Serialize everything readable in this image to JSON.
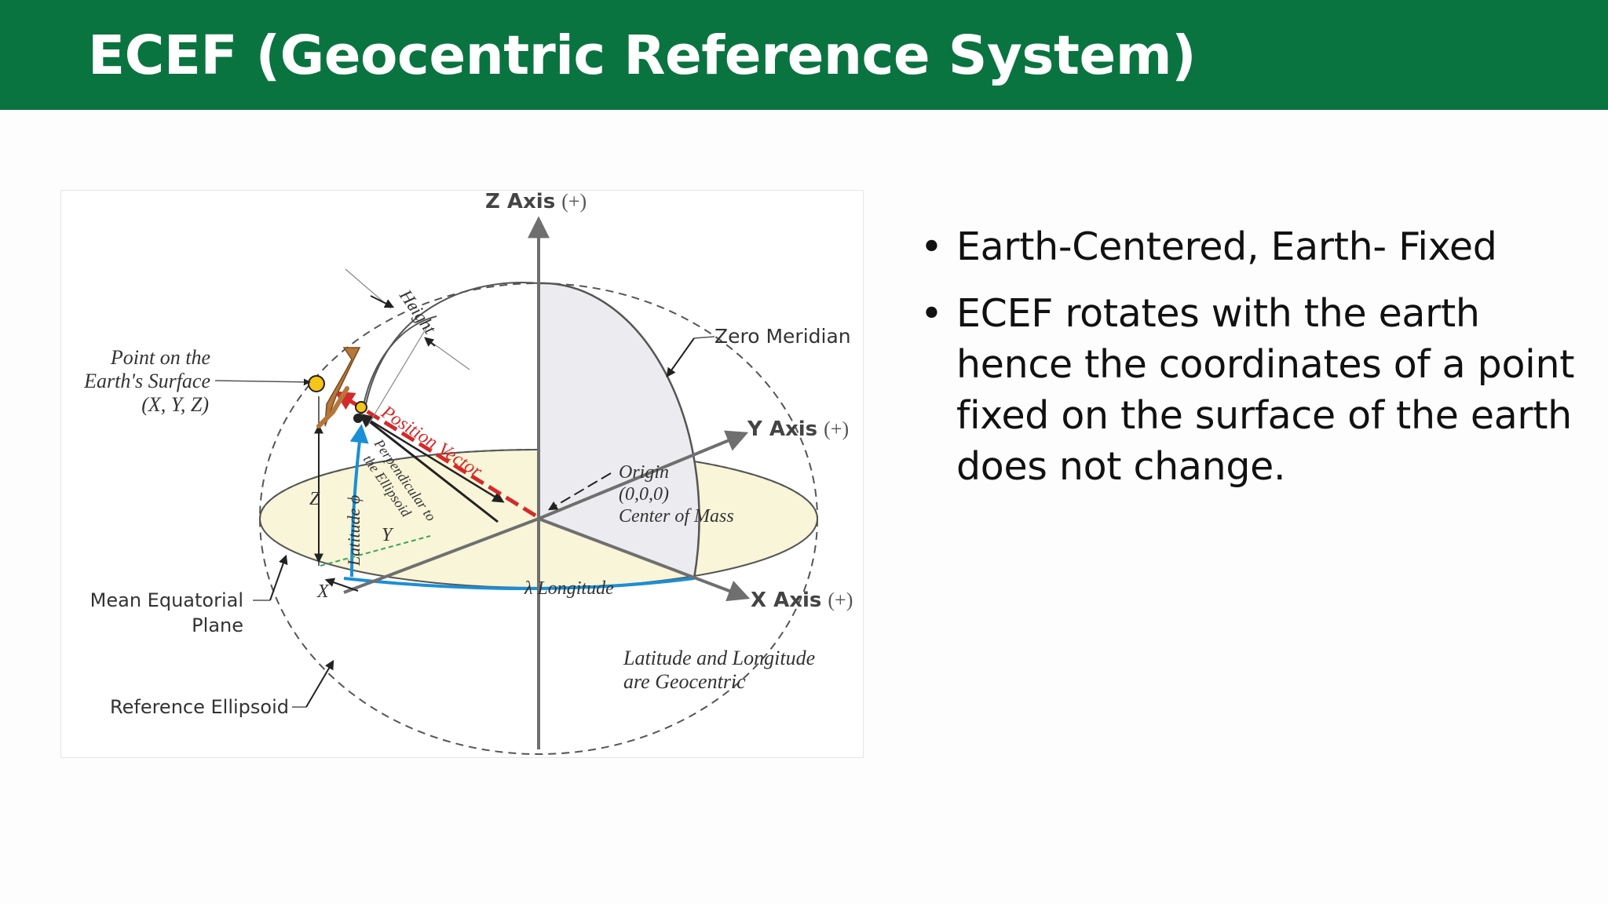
{
  "slide": {
    "title": "ECEF (Geocentric Reference System)"
  },
  "bullets": [
    {
      "text": "Earth-Centered, Earth- Fixed"
    },
    {
      "text": "ECEF rotates with the earth hence the coordinates of a point fixed on the surface of the earth does not change."
    }
  ],
  "bullet_symbol": "•",
  "diagram": {
    "z_axis_label": "Z Axis",
    "z_axis_sign": "(+)",
    "y_axis_label": "Y Axis",
    "y_axis_sign": "(+)",
    "x_axis_label": "X Axis",
    "x_axis_sign": "(+)",
    "zero_meridian": "Zero Meridian",
    "height": "Height",
    "point_label_1": "Point on the",
    "point_label_2": "Earth's Surface",
    "point_label_3": "(X, Y, Z)",
    "position_vector": "Position Vector",
    "perpendicular_1": "Perpendicular to",
    "perpendicular_2": "the Ellipsoid",
    "origin_1": "Origin",
    "origin_2": "(0,0,0)",
    "origin_3": "Center of Mass",
    "latitude": "Latitude ϕ",
    "longitude": "λ Longitude",
    "z_label": "Z",
    "y_label": "Y",
    "x_label": "X",
    "mean_equatorial_1": "Mean Equatorial",
    "mean_equatorial_2": "Plane",
    "reference_ellipsoid": "Reference Ellipsoid",
    "geocentric_1": "Latitude and Longitude",
    "geocentric_2": "are Geocentric"
  },
  "colors": {
    "header_green": "#0a7440",
    "position_vector_red": "#d42a2a",
    "longitude_blue": "#1a8fd6",
    "point_yellow": "#f5c518",
    "equatorial_fill": "#f8f5d8",
    "meridian_fill": "#ececf0",
    "surface_brown": "#b5773a",
    "axis_gray": "#6f6f6f"
  }
}
